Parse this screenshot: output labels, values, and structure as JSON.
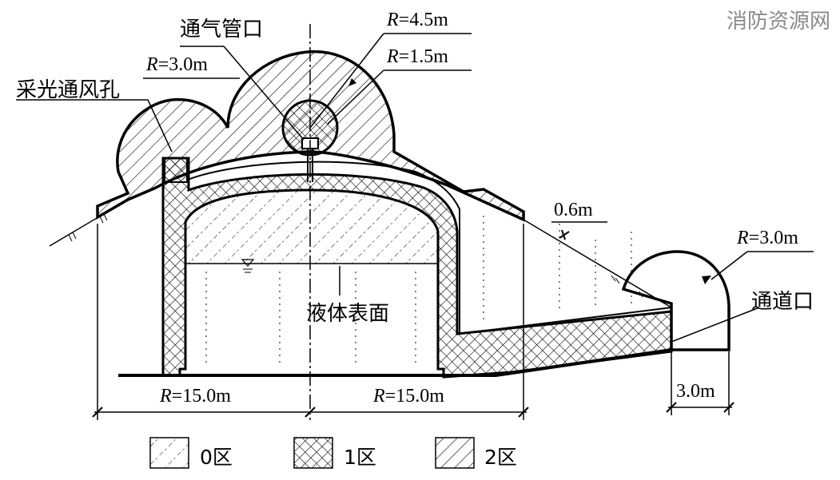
{
  "watermark": "消防资源网",
  "labels": {
    "vent_pipe": "通气管口",
    "light_vent": "采光通风孔",
    "liquid_surface": "液体表面",
    "passage": "通道口"
  },
  "dimensions": {
    "r_vent_big_var": "R",
    "r_vent_big_val": "=4.5m",
    "r_vent_small_var": "R",
    "r_vent_small_val": "=1.5m",
    "r_light_var": "R",
    "r_light_val": "=3.0m",
    "r_passage_var": "R",
    "r_passage_val": "=3.0m",
    "cover_thickness": "0.6m",
    "r_left_var": "R",
    "r_left_val": "=15.0m",
    "r_right_var": "R",
    "r_right_val": "=15.0m",
    "passage_width": "3.0m"
  },
  "legend": [
    {
      "label": "0区",
      "pattern": "zone0"
    },
    {
      "label": "1区",
      "pattern": "zone1"
    },
    {
      "label": "2区",
      "pattern": "zone2"
    }
  ]
}
